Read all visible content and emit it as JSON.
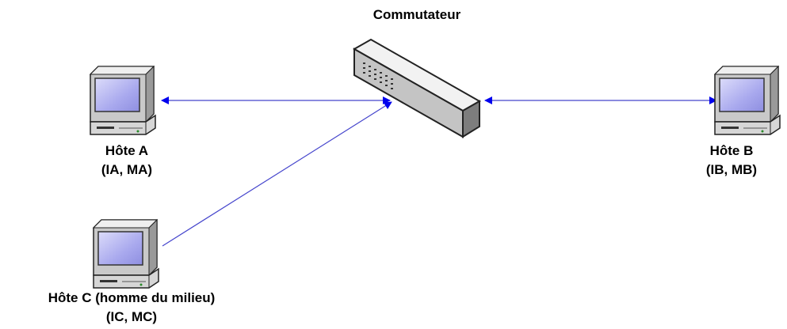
{
  "switch": {
    "label": "Commutateur"
  },
  "hosts": {
    "a": {
      "name": "Hôte A",
      "addr": "(IA, MA)"
    },
    "b": {
      "name": "Hôte B",
      "addr": "(IB, MB)"
    },
    "c": {
      "name": "Hôte C (homme du milieu)",
      "addr": "(IC, MC)"
    }
  },
  "colors": {
    "link": "#4444cc",
    "arrow": "#0000ee",
    "screen": "#b9b9f2",
    "case": "#d2d2d2"
  },
  "icons": {
    "host": "computer-icon",
    "switch": "network-switch-icon"
  }
}
